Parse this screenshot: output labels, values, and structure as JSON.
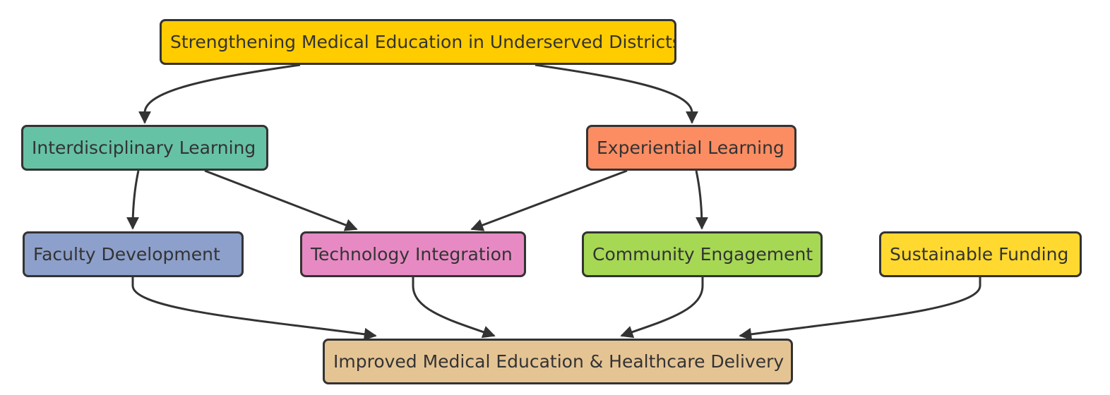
{
  "nodes": {
    "main": {
      "label": "Strengthening Medical Education in Underserved Districts",
      "color": "#FFCC00"
    },
    "interdisciplinary": {
      "label": "Interdisciplinary Learning",
      "color": "#66C2A5"
    },
    "experiential": {
      "label": "Experiential Learning",
      "color": "#FC8D62"
    },
    "faculty": {
      "label": "Faculty Development",
      "color": "#8DA0CB"
    },
    "technology": {
      "label": "Technology Integration",
      "color": "#E78AC3"
    },
    "community": {
      "label": "Community Engagement",
      "color": "#A6D854"
    },
    "funding": {
      "label": "Sustainable Funding",
      "color": "#FFD92F"
    },
    "outcome": {
      "label": "Improved Medical Education & Healthcare Delivery",
      "color": "#E5C494"
    }
  },
  "edges": [
    {
      "from": "main",
      "to": "interdisciplinary"
    },
    {
      "from": "main",
      "to": "experiential"
    },
    {
      "from": "interdisciplinary",
      "to": "faculty"
    },
    {
      "from": "interdisciplinary",
      "to": "technology"
    },
    {
      "from": "experiential",
      "to": "technology"
    },
    {
      "from": "experiential",
      "to": "community"
    },
    {
      "from": "faculty",
      "to": "outcome"
    },
    {
      "from": "technology",
      "to": "outcome"
    },
    {
      "from": "community",
      "to": "outcome"
    },
    {
      "from": "funding",
      "to": "outcome"
    }
  ],
  "colors": {
    "stroke": "#333333",
    "text": "#333333"
  }
}
